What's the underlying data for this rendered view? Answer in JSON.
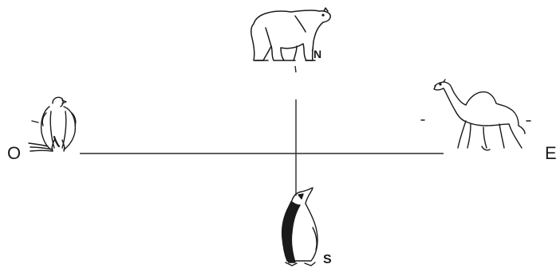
{
  "directions": {
    "west": "O",
    "east": "E",
    "north": "N",
    "south": "S"
  },
  "animals": {
    "north": "polar-bear-icon",
    "south": "penguin-icon",
    "west": "eagle-icon",
    "east": "camel-icon"
  },
  "colors": {
    "ink": "#1a1a1a",
    "background": "#ffffff"
  }
}
